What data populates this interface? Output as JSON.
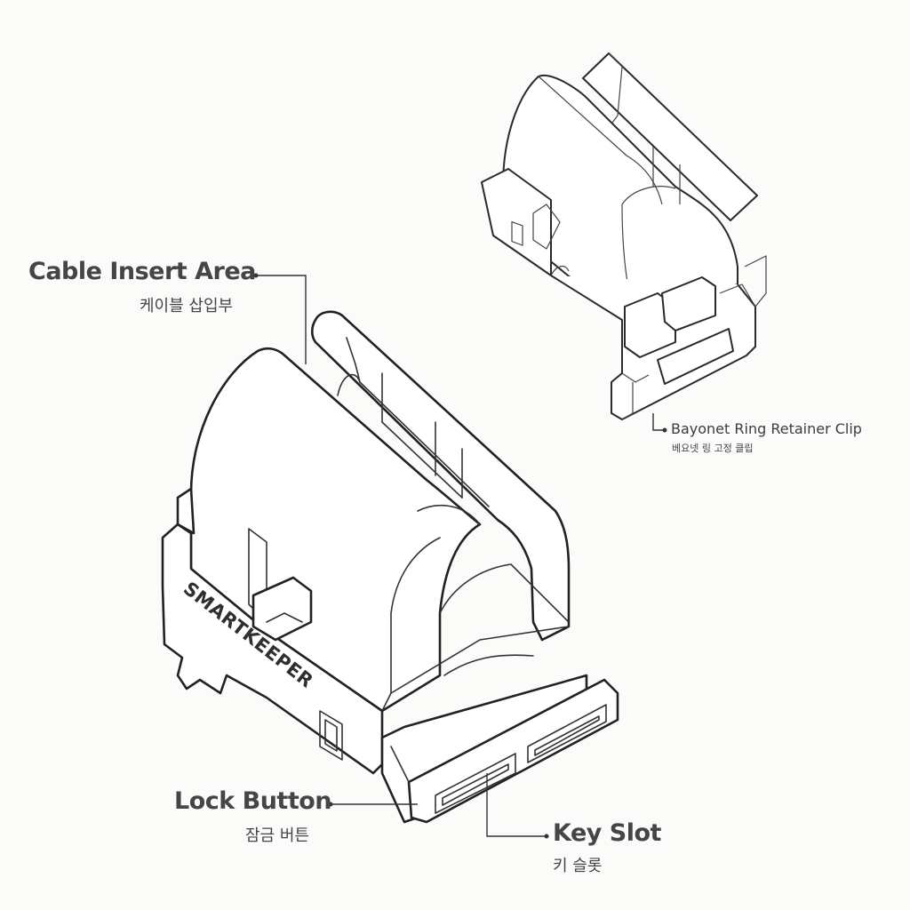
{
  "brand": {
    "logo": "SMARTKEEPER"
  },
  "labels": {
    "cable_insert_area": {
      "en": "Cable Insert Area",
      "ko": "케이블 삽입부"
    },
    "bayonet_ring_retainer_clip": {
      "en": "Bayonet Ring Retainer Clip",
      "ko": "베요넷 링 고정 클립"
    },
    "lock_button": {
      "en": "Lock Button",
      "ko": "잠금 버튼"
    },
    "key_slot": {
      "en": "Key Slot",
      "ko": "키 슬롯"
    }
  }
}
